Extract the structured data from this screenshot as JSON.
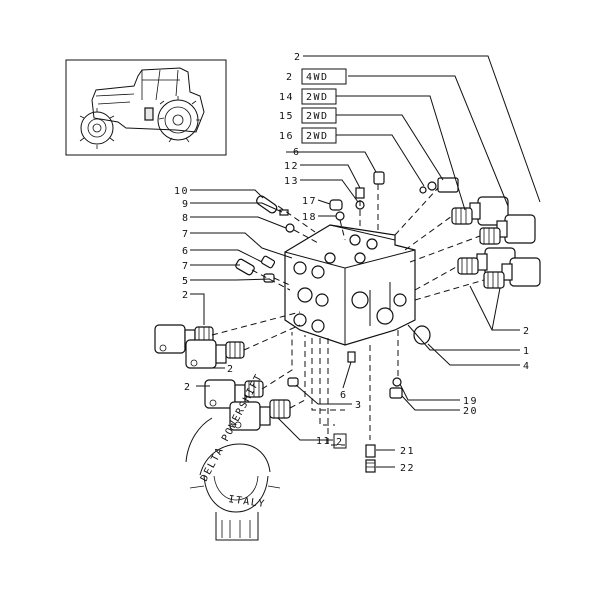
{
  "callouts": [
    {
      "id": "c-2-top",
      "text": "2"
    },
    {
      "id": "c-2-4wd-num",
      "text": "2"
    },
    {
      "id": "c-4wd",
      "text": "4WD"
    },
    {
      "id": "c-14",
      "text": "14"
    },
    {
      "id": "c-14-box",
      "text": "2WD"
    },
    {
      "id": "c-15",
      "text": "15"
    },
    {
      "id": "c-15-box",
      "text": "2WD"
    },
    {
      "id": "c-16",
      "text": "16"
    },
    {
      "id": "c-16-box",
      "text": "2WD"
    },
    {
      "id": "c-6-top",
      "text": "6"
    },
    {
      "id": "c-12",
      "text": "12"
    },
    {
      "id": "c-13",
      "text": "13"
    },
    {
      "id": "c-17",
      "text": "17"
    },
    {
      "id": "c-18",
      "text": "18"
    },
    {
      "id": "c-10",
      "text": "10"
    },
    {
      "id": "c-9",
      "text": "9"
    },
    {
      "id": "c-8",
      "text": "8"
    },
    {
      "id": "c-7a",
      "text": "7"
    },
    {
      "id": "c-6a",
      "text": "6"
    },
    {
      "id": "c-7b",
      "text": "7"
    },
    {
      "id": "c-5",
      "text": "5"
    },
    {
      "id": "c-2-left",
      "text": "2"
    },
    {
      "id": "c-2-mid",
      "text": "2"
    },
    {
      "id": "c-2-lower",
      "text": "2"
    },
    {
      "id": "c-2-right",
      "text": "2"
    },
    {
      "id": "c-1",
      "text": "1"
    },
    {
      "id": "c-4",
      "text": "4"
    },
    {
      "id": "c-6-bottom",
      "text": "6"
    },
    {
      "id": "c-3",
      "text": "3"
    },
    {
      "id": "c-19",
      "text": "19"
    },
    {
      "id": "c-20",
      "text": "20"
    },
    {
      "id": "c-11",
      "text": "11"
    },
    {
      "id": "c-11-box",
      "text": "2"
    },
    {
      "id": "c-21",
      "text": "21"
    },
    {
      "id": "c-22",
      "text": "22"
    }
  ],
  "badge": {
    "line1": "DELTA POWERSHIFT",
    "line2": "ITALY"
  }
}
